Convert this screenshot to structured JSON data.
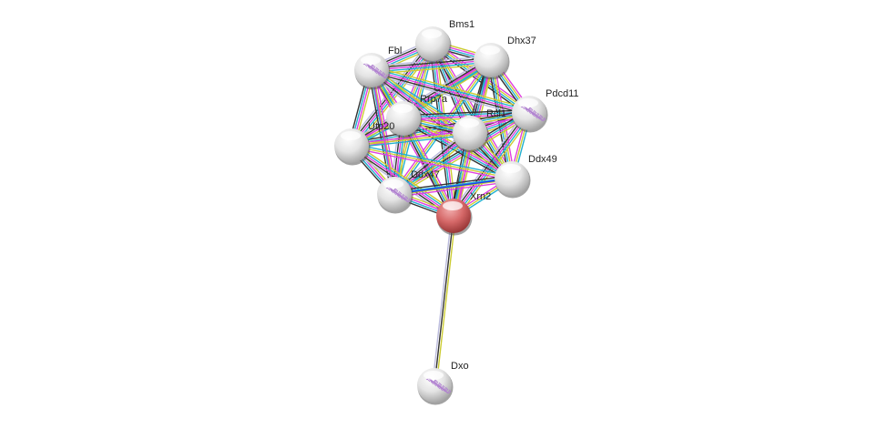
{
  "network": {
    "nodes": [
      {
        "id": "Bms1",
        "label": "Bms1",
        "query": false,
        "structure": false
      },
      {
        "id": "Dhx37",
        "label": "Dhx37",
        "query": false,
        "structure": false
      },
      {
        "id": "Fbl",
        "label": "Fbl",
        "query": false,
        "structure": true
      },
      {
        "id": "Pdcd11",
        "label": "Pdcd11",
        "query": false,
        "structure": true
      },
      {
        "id": "Rrp7a",
        "label": "Rrp7a",
        "query": false,
        "structure": false
      },
      {
        "id": "Rcl1",
        "label": "Rcl1",
        "query": false,
        "structure": false
      },
      {
        "id": "Utp20",
        "label": "Utp20",
        "query": false,
        "structure": false
      },
      {
        "id": "Ddx49",
        "label": "Ddx49",
        "query": false,
        "structure": false
      },
      {
        "id": "Ddx47",
        "label": "Ddx47",
        "query": false,
        "structure": true
      },
      {
        "id": "Xrn2",
        "label": "Xrn2",
        "query": true,
        "structure": false
      },
      {
        "id": "Dxo",
        "label": "Dxo",
        "query": false,
        "structure": true
      }
    ],
    "cluster": [
      "Bms1",
      "Dhx37",
      "Fbl",
      "Pdcd11",
      "Rrp7a",
      "Rcl1",
      "Utp20",
      "Ddx49",
      "Ddx47",
      "Xrn2"
    ],
    "extra_edges": [
      {
        "from": "Xrn2",
        "to": "Dxo",
        "evidence": [
          "textmining",
          "coexpression",
          "homology"
        ]
      },
      {
        "from": "Ddx47",
        "to": "Ddx49",
        "evidence": [
          "cooccurrence"
        ]
      },
      {
        "from": "Fbl",
        "to": "Ddx47",
        "evidence": [
          "experiments"
        ]
      }
    ],
    "evidence_colors": {
      "textmining": "#cccc33",
      "experiments": "#e040e0",
      "database": "#22b0d0",
      "coexpression": "#333333",
      "homology": "#bbbbdd",
      "cooccurrence": "#2040ee",
      "fusion": "#ee2020"
    },
    "node_colors": {
      "default": "#e8e8e8",
      "query": "#d06060"
    }
  }
}
